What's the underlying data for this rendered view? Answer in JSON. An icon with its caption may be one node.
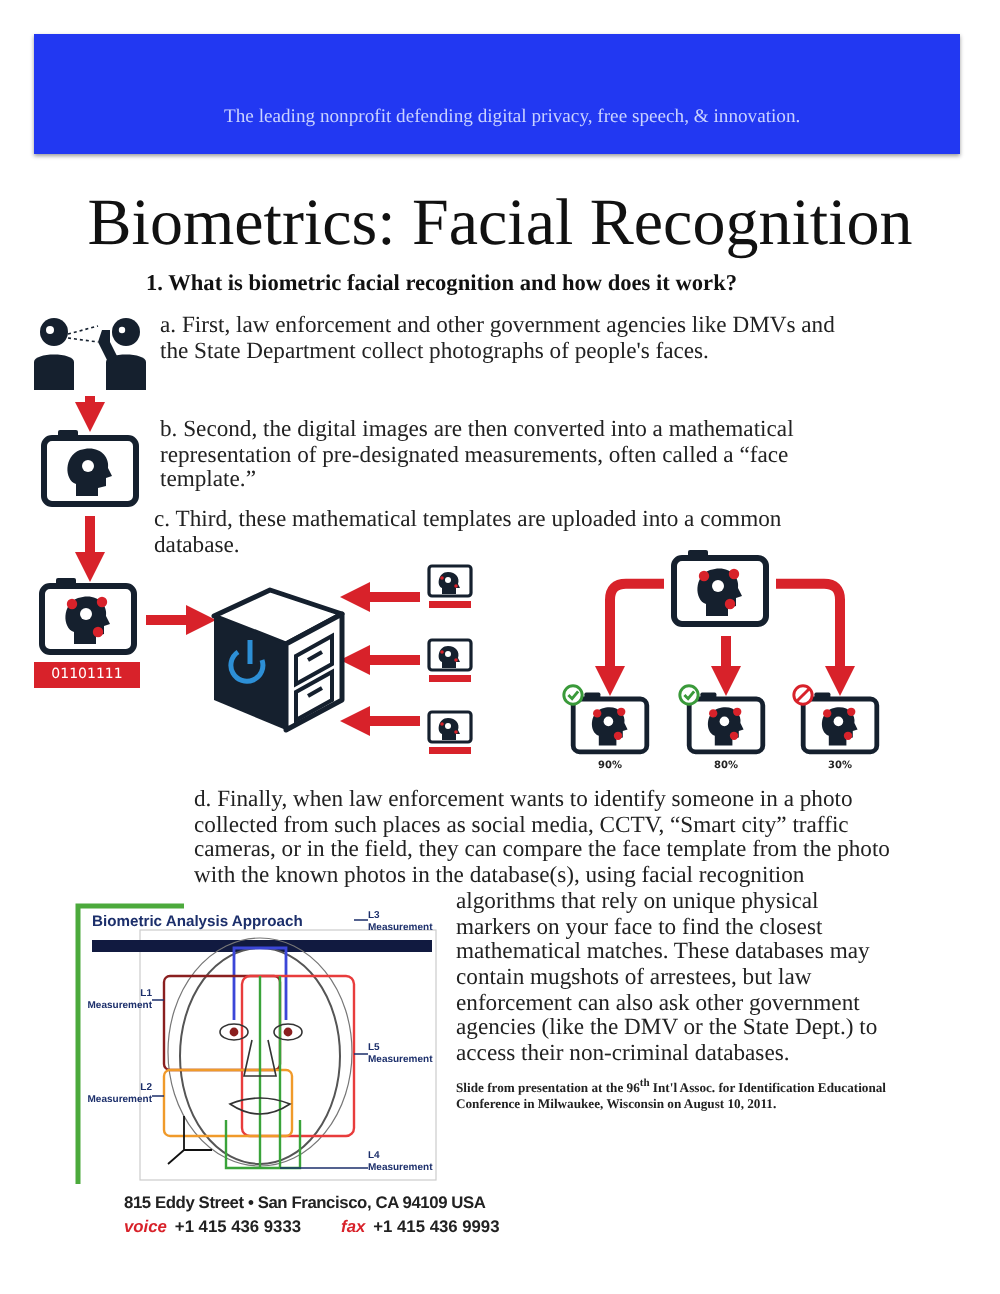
{
  "diagram": {
    "title": "Biometrics: Facial Recognition",
    "nodes": [
      {
        "text": [],
        "shape": "picture"
      },
      {
        "text": [],
        "shape": "picture"
      },
      {
        "text": [],
        "shape": "picture",
        "beside": [
          "01101111"
        ]
      },
      {
        "text": [],
        "shape": "picture"
      },
      {
        "text": [],
        "shape": "picture"
      },
      {
        "text": [],
        "shape": "picture"
      },
      {
        "text": [],
        "shape": "picture"
      },
      {
        "text": [],
        "shape": "picture"
      },
      {
        "text": [],
        "shape": "picture",
        "beside": [
          "90%"
        ]
      },
      {
        "text": [],
        "shape": "picture",
        "beside": [
          "80%"
        ]
      },
      {
        "text": [],
        "shape": "picture",
        "beside": [
          "30%"
        ]
      }
    ],
    "edges": [
      {
        "from": 0,
        "to": 1,
        "arrow": "to"
      },
      {
        "from": 1,
        "to": 2,
        "arrow": "to"
      },
      {
        "from": 2,
        "to": 3,
        "arrow": "to"
      },
      {
        "from": 4,
        "to": 3,
        "arrow": "to"
      },
      {
        "from": 5,
        "to": 3,
        "arrow": "to"
      },
      {
        "from": 6,
        "to": 3,
        "arrow": "to"
      },
      {
        "from": 7,
        "to": 8,
        "arrow": "to"
      },
      {
        "from": 7,
        "to": 9,
        "arrow": "to"
      },
      {
        "from": 7,
        "to": 10,
        "arrow": "to"
      }
    ],
    "labels": [
      "The leading nonprofit defending digital privacy, free speech, & innovation.",
      "1. What is biometric facial recognition and how does it work?",
      "a. First, law enforcement and other government agencies like DMVs and the State Department collect photographs of people's faces.",
      "b. Second, the digital images are then converted into a mathematical representation of pre-designated measurements, often called a “face template.”",
      "c. Third, these mathematical templates are uploaded into a common database.",
      "d. Finally, when law enforcement wants to identify someone in a photo collected from such places as social media, CCTV, “Smart city” traffic cameras, or in the field, they can compare the face template from the photo with the known photos in the database(s), using facial recognition algorithms that rely on unique physical markers on your face to find the closest mathematical matches. These databases may contain mugshots of arrestees, but law enforcement can also ask other government agencies (like the DMV or the State Dept.) to access their non-criminal databases.",
      "Biometric Analysis Approach",
      "L1 Measurement",
      "L2 Measurement",
      "L3 Measurement",
      "L5 Measurement",
      "L4 Measurement",
      "Slide from presentation at the 96$^{th}$ Int'l Assoc. for Identification Educational Conference in Milwaukee, Wisconsin on August 10, 2011.",
      "815 Eddy Street • San Francisco, CA 94109 USA",
      "voice",
      "+1 415 436 9333",
      "fax",
      "+1 415 436 9993"
    ]
  }
}
